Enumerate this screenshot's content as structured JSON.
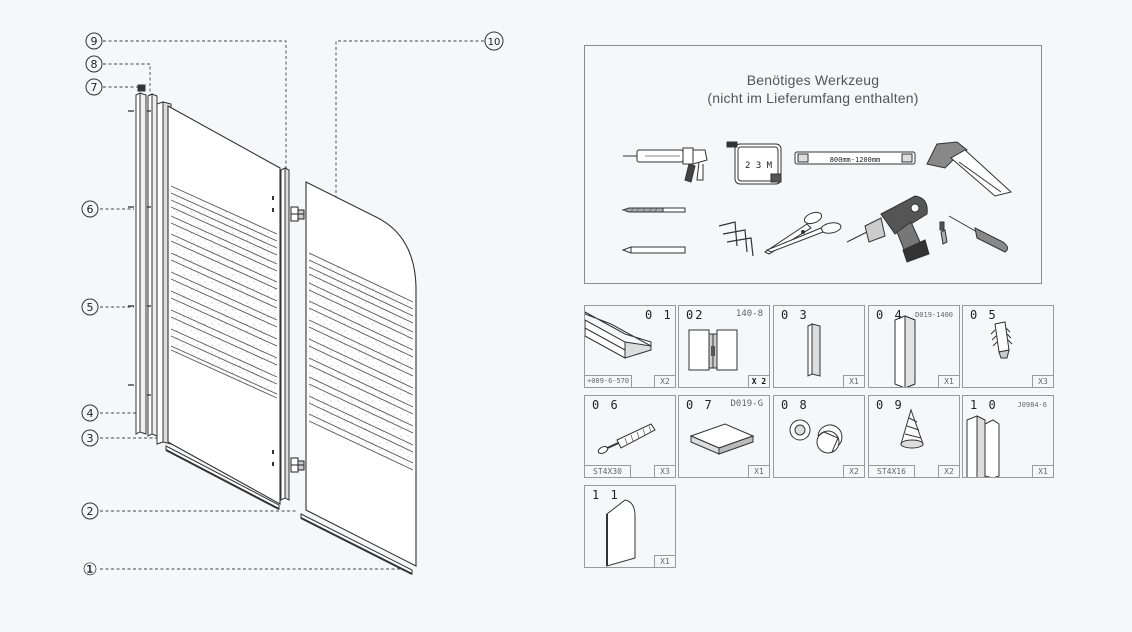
{
  "callouts": [
    "9",
    "8",
    "7",
    "6",
    "5",
    "4",
    "3",
    "2",
    "①",
    "10"
  ],
  "tools": {
    "title_line1": "Benötiges Werkzeug",
    "title_line2": "(nicht im Lieferumfang enthalten)",
    "tape_label": "2 3 M",
    "level_label": "800mm-1200mm"
  },
  "parts": [
    {
      "num": "0 1",
      "code": "",
      "sub": "+009-6-570",
      "qty": "X2"
    },
    {
      "num": "02",
      "code": "140-8",
      "sub": "",
      "qty": "X 2"
    },
    {
      "num": "0 3",
      "code": "",
      "sub": "",
      "qty": "X1"
    },
    {
      "num": "0 4",
      "code": "D019-1400",
      "sub": "",
      "qty": "X1"
    },
    {
      "num": "0 5",
      "code": "",
      "sub": "",
      "qty": "X3"
    },
    {
      "num": "0 6",
      "code": "",
      "sub": "ST4X30",
      "qty": "X3"
    },
    {
      "num": "0 7",
      "code": "D019-G",
      "sub": "",
      "qty": "X1"
    },
    {
      "num": "0 8",
      "code": "",
      "sub": "",
      "qty": "X2"
    },
    {
      "num": "0 9",
      "code": "",
      "sub": "ST4X16",
      "qty": "X2"
    },
    {
      "num": "1 0",
      "code": "J0984-6",
      "sub": "",
      "qty": "X1"
    },
    {
      "num": "1 1",
      "code": "",
      "sub": "",
      "qty": "X1"
    }
  ]
}
